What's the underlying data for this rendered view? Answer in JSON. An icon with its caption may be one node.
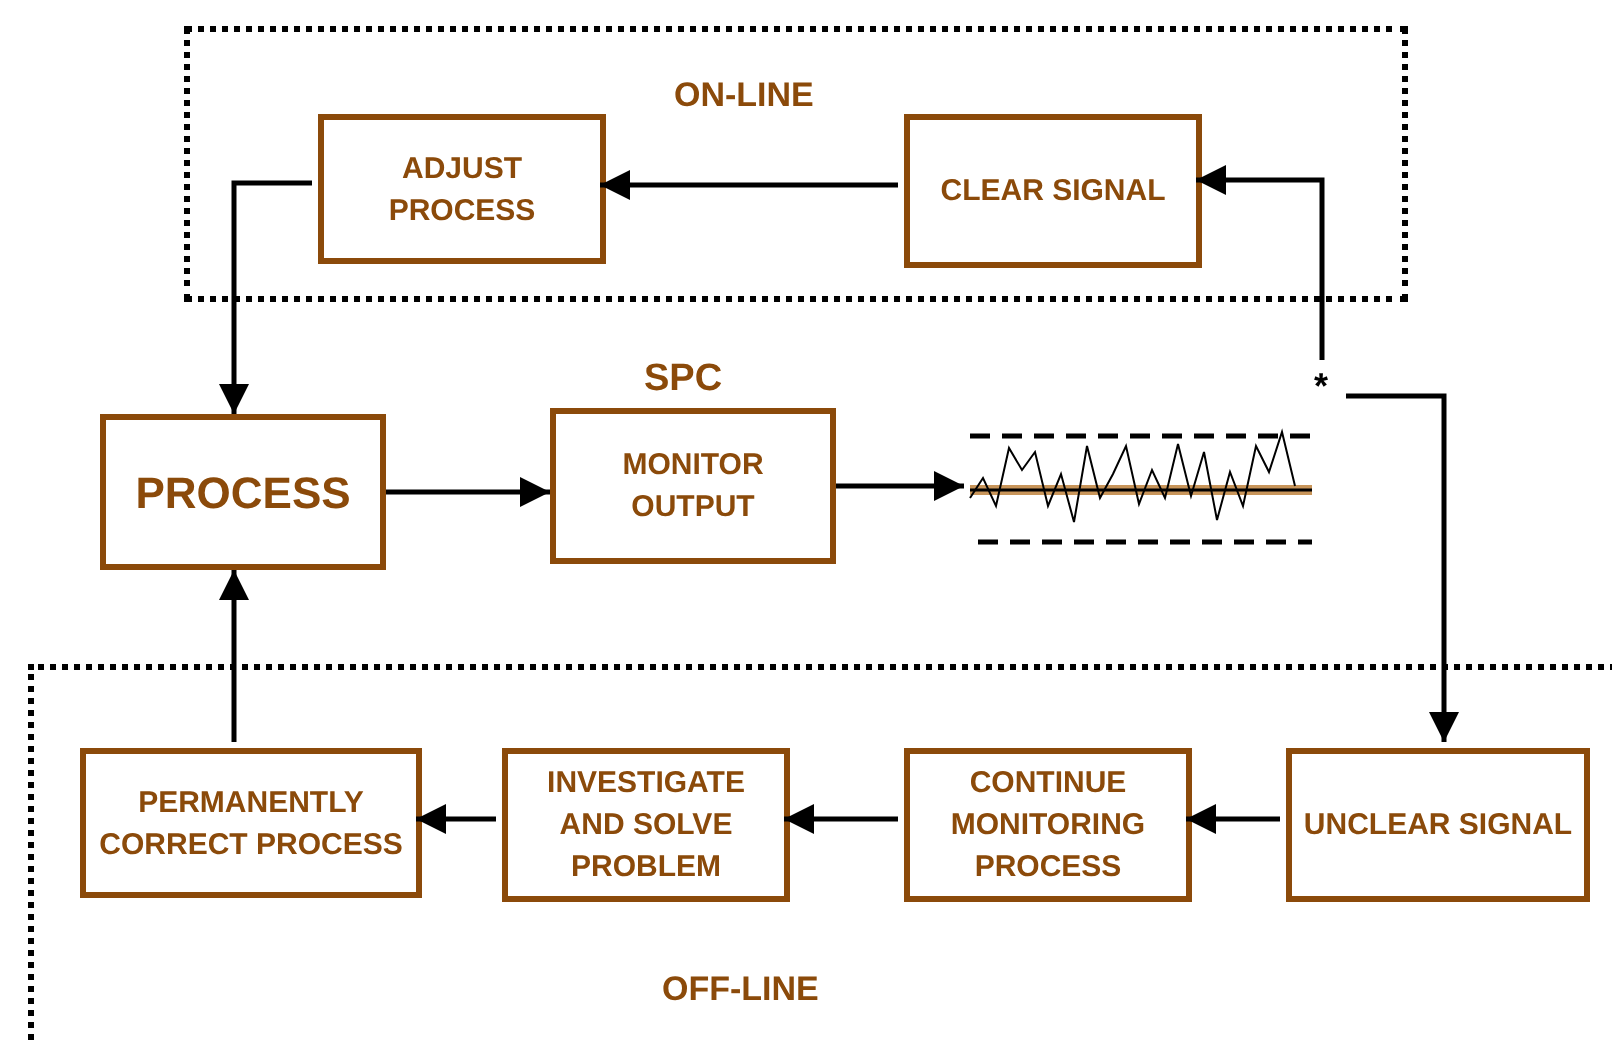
{
  "diagram": {
    "nodes": [
      {
        "text": [
          "ON-LINE"
        ]
      },
      {
        "text": [
          "ADJUST PROCESS"
        ],
        "in": 0
      },
      {
        "text": [
          "CLEAR SIGNAL"
        ],
        "in": 0
      },
      {
        "text": [
          "PROCESS"
        ]
      },
      {
        "text": [
          "MONITOR OUTPUT"
        ]
      },
      {
        "text": [],
        "shape": "chart",
        "beside": [
          "*"
        ]
      },
      {
        "text": [
          "OFF-LINE"
        ]
      },
      {
        "text": [
          "PERMANENTLY CORRECT PROCESS"
        ],
        "in": 6
      },
      {
        "text": [
          "INVESTIGATE AND SOLVE PROBLEM"
        ],
        "in": 6
      },
      {
        "text": [
          "CONTINUE MONITORING PROCESS"
        ],
        "in": 6
      },
      {
        "text": [
          "UNCLEAR SIGNAL"
        ],
        "in": 6
      }
    ],
    "edges": [
      {
        "from": 2,
        "to": 1,
        "arrow": "to"
      },
      {
        "from": 1,
        "to": 3,
        "arrow": "to"
      },
      {
        "from": 3,
        "to": 4,
        "arrow": "to"
      },
      {
        "from": 4,
        "to": 5,
        "arrow": "to"
      },
      {
        "from": 5,
        "to": 2,
        "arrow": "to"
      },
      {
        "from": 5,
        "to": 10,
        "arrow": "to"
      },
      {
        "from": 10,
        "to": 9,
        "arrow": "to"
      },
      {
        "from": 9,
        "to": 8,
        "arrow": "to"
      },
      {
        "from": 8,
        "to": 7,
        "arrow": "to"
      },
      {
        "from": 7,
        "to": 3,
        "arrow": "to"
      }
    ],
    "labels": [
      "SPC"
    ]
  }
}
